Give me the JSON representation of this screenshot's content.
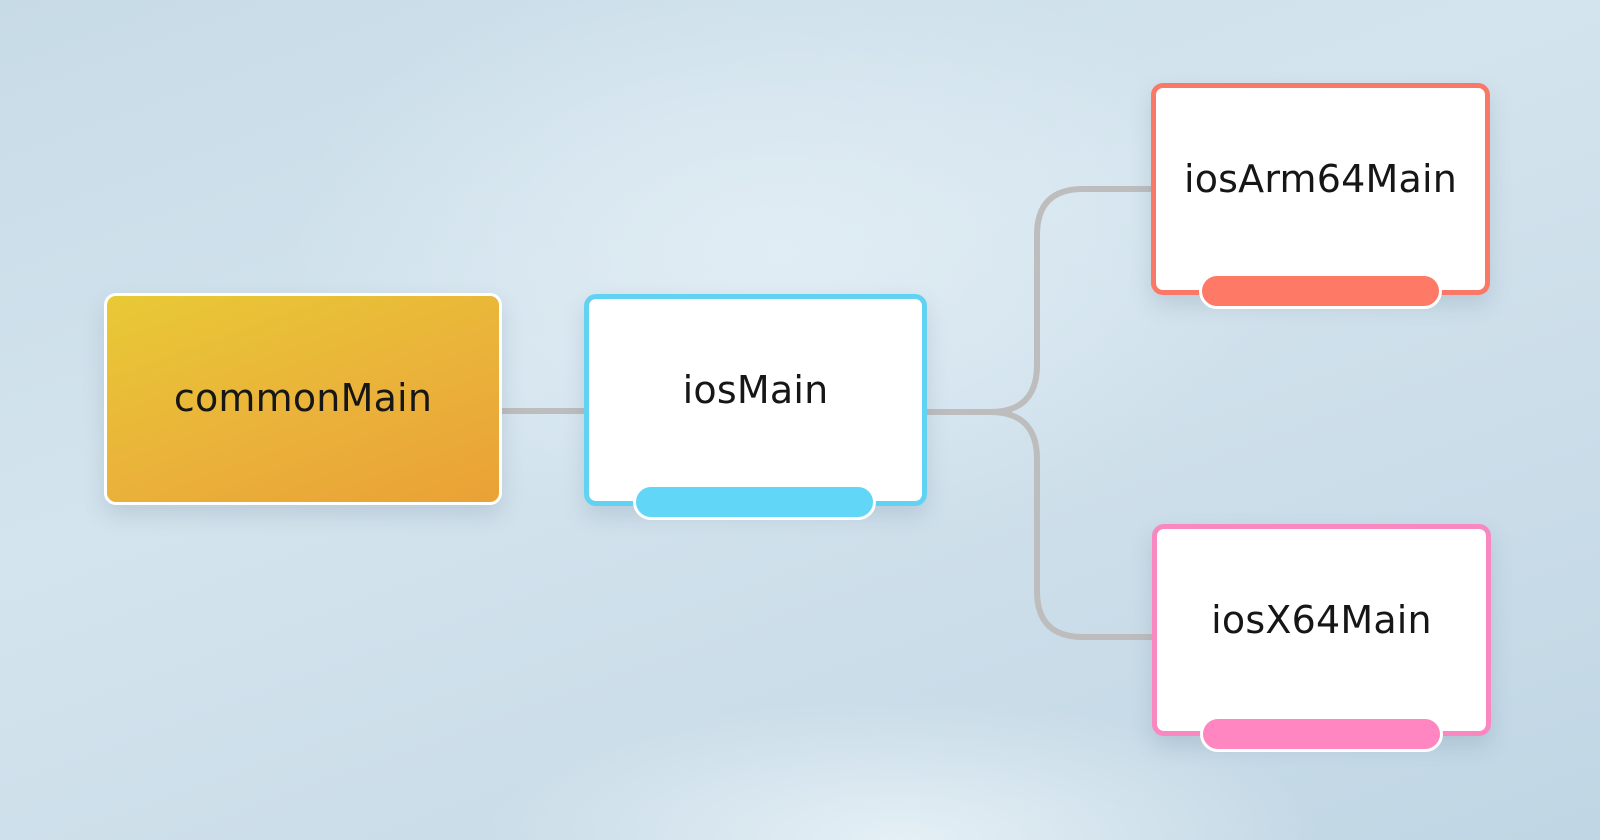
{
  "diagram": {
    "nodes": [
      {
        "id": "commonMain",
        "label": "commonMain",
        "color": "#eab23a"
      },
      {
        "id": "iosMain",
        "label": "iosMain",
        "color": "#62d2f3"
      },
      {
        "id": "iosArm64Main",
        "label": "iosArm64Main",
        "color": "#fa7868"
      },
      {
        "id": "iosX64Main",
        "label": "iosX64Main",
        "color": "#f987c0"
      }
    ],
    "edges": [
      {
        "from": "commonMain",
        "to": "iosMain"
      },
      {
        "from": "iosMain",
        "to": "iosArm64Main"
      },
      {
        "from": "iosMain",
        "to": "iosX64Main"
      }
    ],
    "connector_color": "#bdbdbd"
  }
}
